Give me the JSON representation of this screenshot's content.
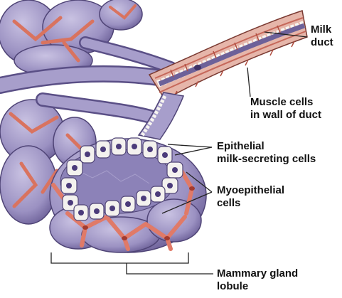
{
  "labels": {
    "milk_duct": [
      "Milk",
      "duct"
    ],
    "muscle_cells": [
      "Muscle cells",
      "in wall of duct"
    ],
    "epithelial": [
      "Epithelial",
      "milk-secreting cells"
    ],
    "myoepithelial": [
      "Myoepithelial",
      "cells"
    ],
    "lobule": [
      "Mammary gland",
      "lobule"
    ]
  },
  "colors": {
    "tissue": "#a39ac6",
    "tissue_dark": "#5c4f8a",
    "muscle": "#e3897a",
    "muscle_dark": "#b4463b",
    "cell_fill": "#f3f1ee",
    "nucleus": "#4b3b7a",
    "lumen": "#8c82b8"
  }
}
